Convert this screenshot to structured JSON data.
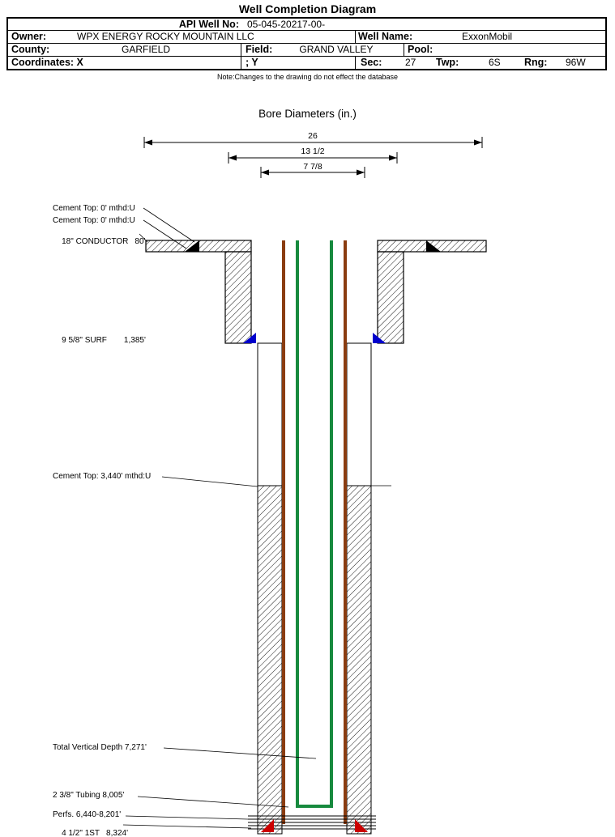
{
  "header": {
    "title": "Well Completion Diagram",
    "note": "Note:Changes to the drawing do not effect the database",
    "fields": {
      "api_label": "API Well No:",
      "api_value": "05-045-20217-00-",
      "owner_label": "Owner:",
      "owner_value": "WPX ENERGY ROCKY MOUNTAIN LLC",
      "well_name_label": "Well Name:",
      "well_name_value": "ExxonMobil",
      "county_label": "County:",
      "county_value": "GARFIELD",
      "field_label": "Field:",
      "field_value": "GRAND VALLEY",
      "pool_label": "Pool:",
      "coordinates_label": "Coordinates: X",
      "coordinates_y_label": "; Y",
      "sec_label": "Sec:",
      "sec_value": "27",
      "twp_label": "Twp:",
      "twp_value": "6S",
      "rng_label": "Rng:",
      "rng_value": "96W"
    }
  },
  "bore_diameters": {
    "title": "Bore Diameters (in.)",
    "dims": [
      "26",
      "13 1/2",
      "7 7/8"
    ]
  },
  "annotations": {
    "cement_top_a": "Cement Top: 0' mthd:U",
    "cement_top_b": "Cement Top: 0' mthd:U",
    "conductor_label": "18\" CONDUCTOR",
    "conductor_depth": "80'",
    "surface_label": "9 5/8\" SURF",
    "surface_depth": "1,385'",
    "cement_top_c": "Cement Top: 3,440' mthd:U",
    "tvd": "Total Vertical Depth 7,271'",
    "tubing": "2 3/8\" Tubing 8,005'",
    "perfs": "Perfs. 6,440-8,201'",
    "casing_label": "4 1/2\" 1ST",
    "casing_depth": "8,324'"
  },
  "colors": {
    "casing_string": "#8a3c10",
    "tubing_string": "#178a3e",
    "surface_shoe": "#0000cc",
    "production_shoe": "#cc0000"
  }
}
